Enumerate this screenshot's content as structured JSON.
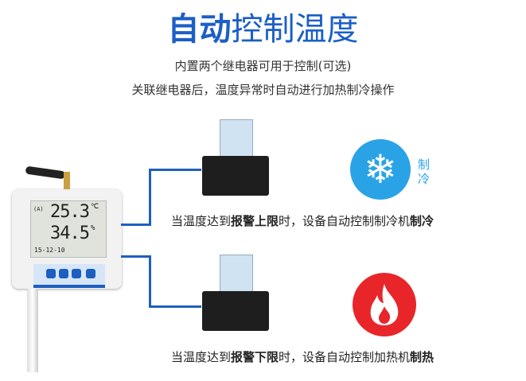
{
  "title": {
    "bold": "自动",
    "normal": "控制温度",
    "color": "#1c5fc6"
  },
  "subtitle1": "内置两个继电器可用于控制(可选)",
  "subtitle2": "关联继电器后，温度异常时自动进行加热制冷操作",
  "device": {
    "temperature": "25.3",
    "temp_unit": "℃",
    "humidity": "34.5",
    "hum_unit": "%",
    "date": "15-12-10",
    "mode": "(A)"
  },
  "cooling": {
    "icon": "snowflake-icon",
    "label1": "制",
    "label2": "冷",
    "color": "#2aa3e6",
    "caption_pre": "当温度达到",
    "caption_bold1": "报警上限",
    "caption_mid": "时，设备自动控制制冷机",
    "caption_bold2": "制冷"
  },
  "heating": {
    "icon": "flame-icon",
    "color": "#e8262a",
    "caption_pre": "当温度达到",
    "caption_bold1": "报警下限",
    "caption_mid": "时，设备自动控制加热机",
    "caption_bold2": "制热"
  }
}
